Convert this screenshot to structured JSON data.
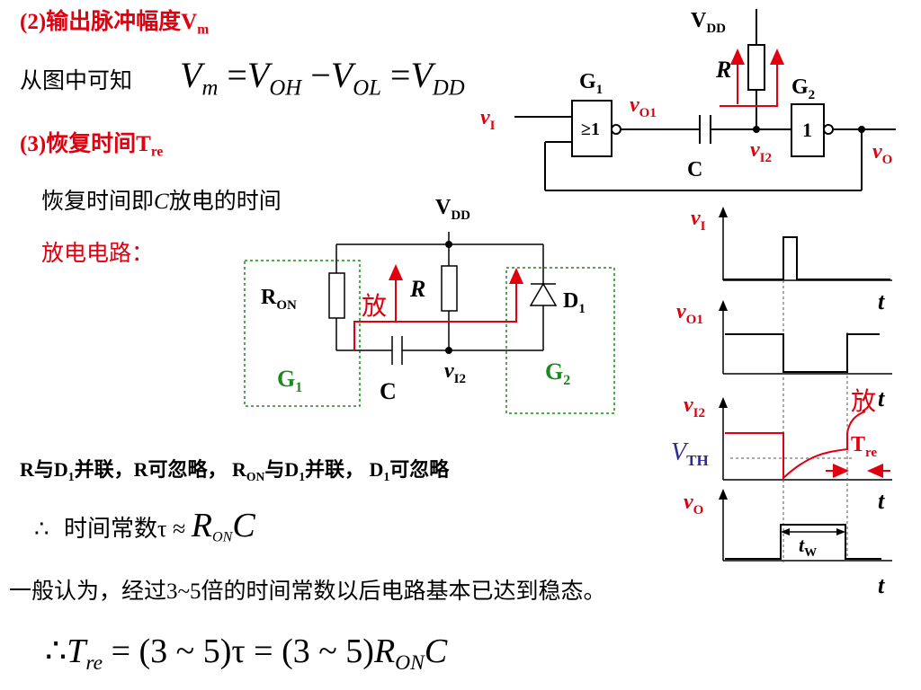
{
  "heading_2": {
    "prefix": "(2)输出脉冲幅度V",
    "sub": "m"
  },
  "from_fig": "从图中可知",
  "vm_eq": {
    "V": "V",
    "m": "m",
    "eq1": "=",
    "VOH": "V",
    "OH": "OH",
    "minus": "−",
    "VOL": "V",
    "OL": "OL",
    "eq2": "=",
    "VDD": "V",
    "DD": "DD"
  },
  "heading_3": {
    "prefix": "(3)恢复时间T",
    "sub": "re"
  },
  "recovery_text": {
    "pre": "恢复时间即",
    "c": "C",
    "post": "放电的时间"
  },
  "discharge_title": "放电电路：",
  "top_circuit": {
    "vdd": "V",
    "vdd_sub": "DD",
    "g1": "G",
    "g1_sub": "1",
    "g2": "G",
    "g2_sub": "2",
    "r": "R",
    "vo1": "v",
    "vo1_sub": "O1",
    "vi": "v",
    "vi_sub": "I",
    "vi2": "v",
    "vi2_sub": "I2",
    "vo": "v",
    "vo_sub": "O",
    "c": "C",
    "g1_gate": "≥1",
    "g2_gate": "1"
  },
  "discharge_circuit": {
    "vdd": "V",
    "vdd_sub": "DD",
    "ron": "R",
    "ron_sub": "ON",
    "fang": "放",
    "r": "R",
    "d1": "D",
    "d1_sub": "1",
    "g1": "G",
    "g1_sub": "1",
    "g2": "G",
    "g2_sub": "2",
    "c": "C",
    "vi2": "v",
    "vi2_sub": "I2"
  },
  "waveforms": {
    "vi": "v",
    "vi_sub": "I",
    "vo1": "v",
    "vo1_sub": "O1",
    "vi2": "v",
    "vi2_sub": "I2",
    "vo": "v",
    "vo_sub": "O",
    "t": "t",
    "vth": "V",
    "vth_sub": "TH",
    "fang": "放",
    "tre": "T",
    "tre_sub": "re",
    "tw": "t",
    "tw_sub": "W"
  },
  "parallel_note": {
    "a1": "R与D",
    "a1s": "1",
    "a2": "并联，",
    "a3": "R可忽略，",
    "b1": "R",
    "b1s": "ON",
    "b2": "与D",
    "b2s": "1",
    "b3": "并联，",
    "c1": "D",
    "c1s": "1",
    "c2": "可忽略"
  },
  "tau_line": {
    "therefore": "∴",
    "text": "时间常数τ ≈ ",
    "R": "R",
    "ON": "ON",
    "C": "C"
  },
  "general_note": "一般认为，经过3~5倍的时间常数以后电路基本已达到稳态。",
  "tre_formula": {
    "therefore": "∴",
    "T": "T",
    "re": "re",
    "eq1": "= (3 ~ 5)τ = (3 ~ 5)",
    "R": "R",
    "ON": "ON",
    "C": "C"
  },
  "colors": {
    "red": "#e0000f",
    "green": "#1a8a1a",
    "blue": "#2a2a9a"
  }
}
